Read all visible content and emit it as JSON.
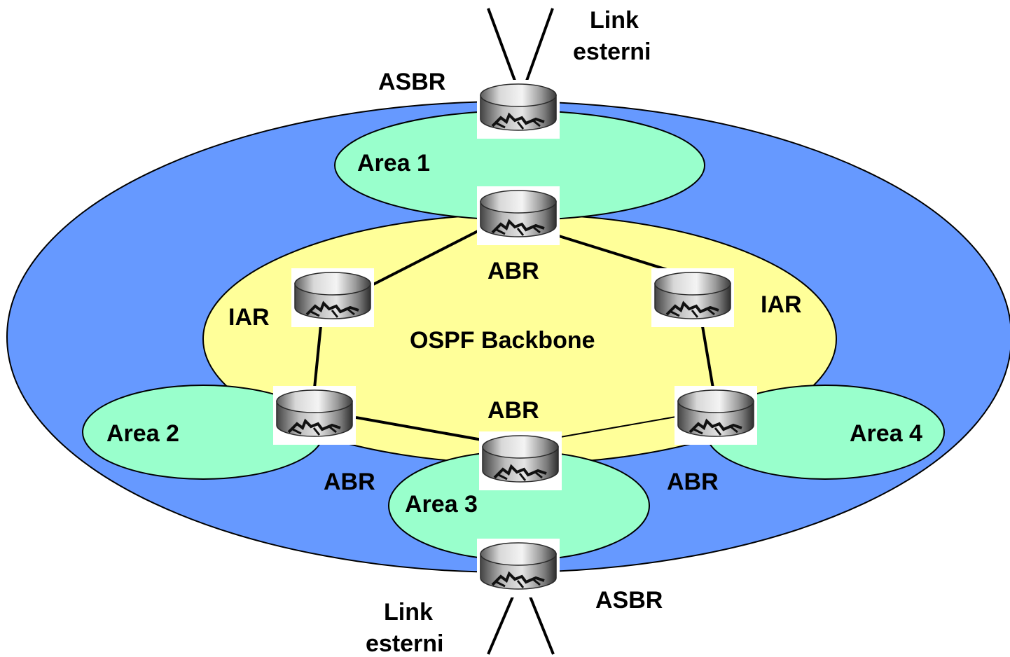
{
  "colors": {
    "outer_region": "#6699ff",
    "backbone": "#ffff99",
    "area": "#99ffcc",
    "links": "#000000"
  },
  "labels": {
    "backbone": "OSPF Backbone",
    "area1": "Area 1",
    "area2": "Area 2",
    "area3": "Area 3",
    "area4": "Area 4",
    "asbr_top": "ASBR",
    "asbr_bottom": "ASBR",
    "abr_top": "ABR",
    "abr_center": "ABR",
    "abr_left": "ABR",
    "abr_right": "ABR",
    "iar_left": "IAR",
    "iar_right": "IAR",
    "ext_link_top": [
      "Link",
      "esterni"
    ],
    "ext_link_bottom": [
      "Link",
      "esterni"
    ]
  },
  "routers": [
    {
      "id": "asbr-top",
      "role": "ASBR",
      "icon": "router-icon"
    },
    {
      "id": "abr-top",
      "role": "ABR",
      "icon": "router-icon"
    },
    {
      "id": "iar-left",
      "role": "IAR",
      "icon": "router-icon"
    },
    {
      "id": "iar-right",
      "role": "IAR",
      "icon": "router-icon"
    },
    {
      "id": "abr-left",
      "role": "ABR",
      "icon": "router-icon"
    },
    {
      "id": "abr-bottom",
      "role": "ABR",
      "icon": "router-icon"
    },
    {
      "id": "abr-right",
      "role": "ABR",
      "icon": "router-icon"
    },
    {
      "id": "asbr-bottom",
      "role": "ASBR",
      "icon": "router-icon"
    }
  ]
}
